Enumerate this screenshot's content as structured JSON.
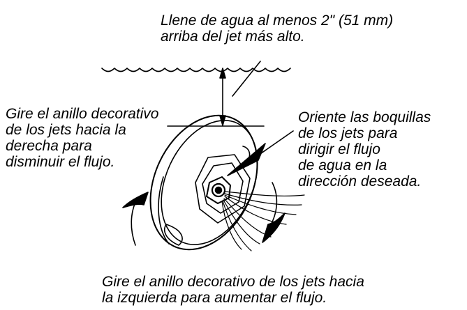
{
  "colors": {
    "ink": "#000000",
    "paper": "#ffffff"
  },
  "labels": {
    "water_level": [
      "Llene de agua al menos 2\" (51 mm)",
      "arriba del jet más alto."
    ],
    "turn_right": [
      "Gire el anillo decorativo",
      "de los jets hacia la",
      "derecha para",
      "disminuir el flujo."
    ],
    "aim_nozzles": [
      "Oriente las boquillas",
      "de los jets para",
      "dirigir el flujo",
      "de agua en la",
      "dirección deseada."
    ],
    "turn_left": [
      "Gire el anillo decorativo de los jets hacia",
      "la izquierda para aumentar el flujo."
    ]
  }
}
